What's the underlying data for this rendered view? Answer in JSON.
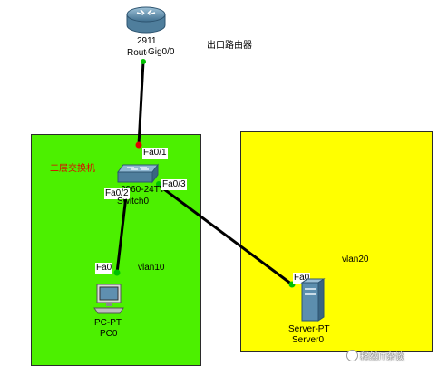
{
  "router": {
    "model_label": "2911",
    "name_label": "Router0",
    "port_label": "Gig0/0",
    "note": "出口路由器"
  },
  "switch": {
    "model_label": "2960-24TT",
    "name_label": "Switch0",
    "role_label": "二层交换机",
    "ports": {
      "uplink": "Fa0/1",
      "to_pc": "Fa0/2",
      "to_server": "Fa0/3"
    }
  },
  "pc": {
    "type_label": "PC-PT",
    "name_label": "PC0",
    "port_label": "Fa0",
    "vlan_label": "vlan10"
  },
  "server": {
    "type_label": "Server-PT",
    "name_label": "Server0",
    "port_label": "Fa0",
    "vlan_label": "vlan20"
  },
  "watermark": "释然IT杂谈",
  "colors": {
    "vlan10_zone": "#4cf000",
    "vlan20_zone": "#ffff00",
    "link_up": "#00c000",
    "link_down": "#e00000"
  }
}
